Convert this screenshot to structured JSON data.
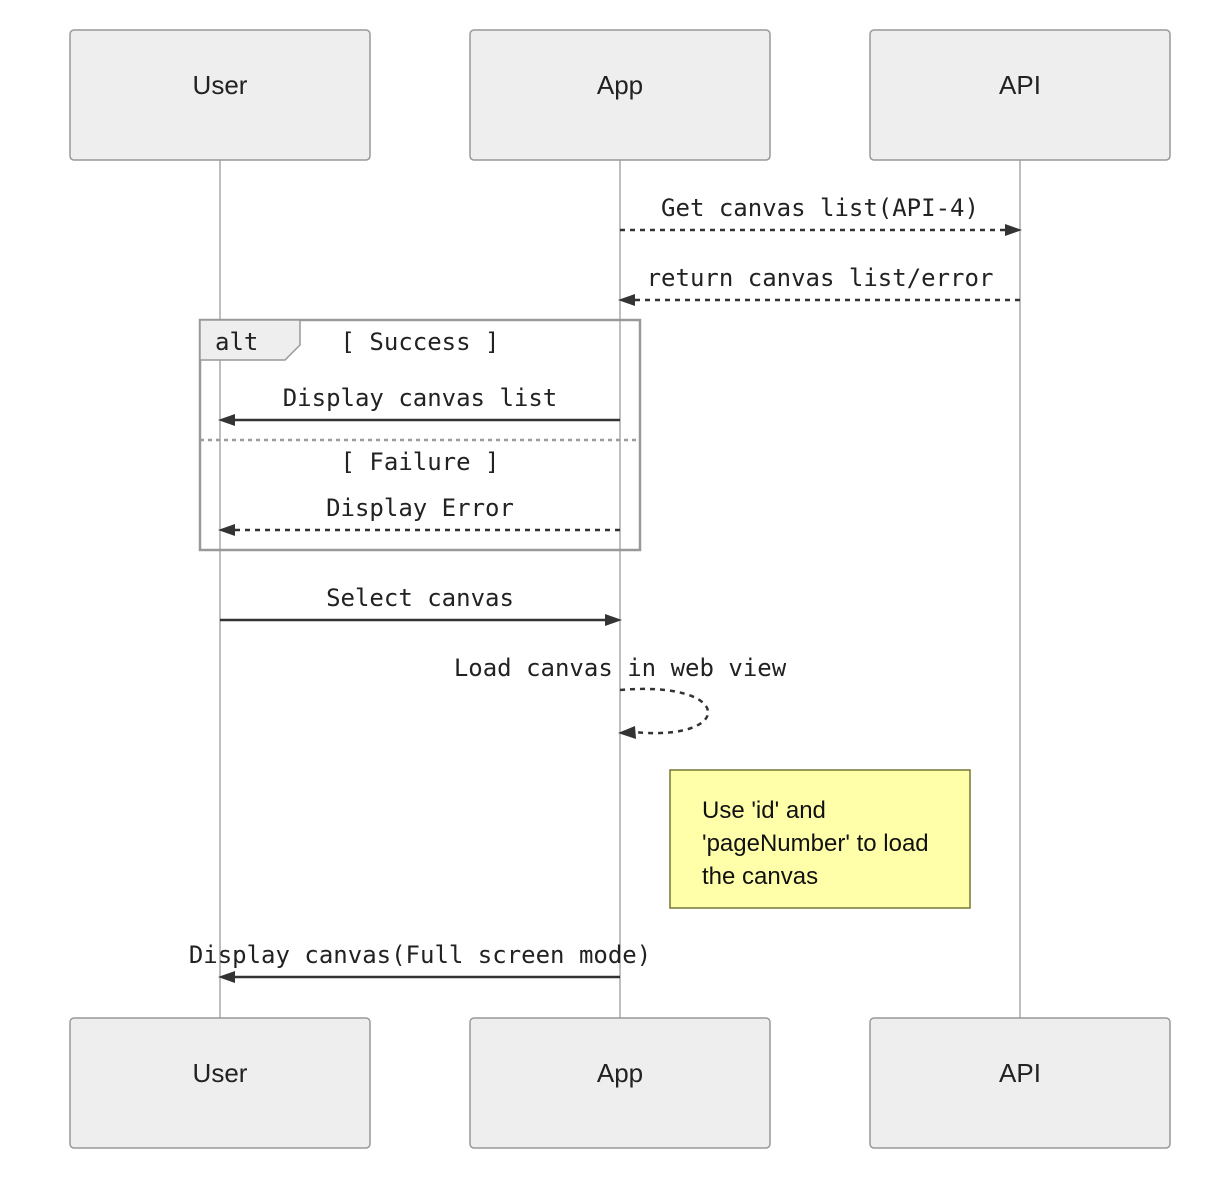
{
  "participants": [
    {
      "id": "user",
      "label": "User"
    },
    {
      "id": "app",
      "label": "App"
    },
    {
      "id": "api",
      "label": "API"
    }
  ],
  "messages": [
    {
      "from": "app",
      "to": "api",
      "label": "Get canvas list(API-4)",
      "style": "dashed"
    },
    {
      "from": "api",
      "to": "app",
      "label": "return canvas list/error",
      "style": "dashed"
    },
    {
      "from": "app",
      "to": "user",
      "label": "Display canvas list",
      "style": "solid"
    },
    {
      "from": "app",
      "to": "user",
      "label": "Display Error",
      "style": "dashed"
    },
    {
      "from": "user",
      "to": "app",
      "label": "Select canvas",
      "style": "solid"
    },
    {
      "from": "app",
      "to": "app",
      "label": "Load canvas in web view",
      "style": "dashed"
    },
    {
      "from": "app",
      "to": "user",
      "label": "Display canvas(Full screen mode)",
      "style": "solid"
    }
  ],
  "alt_frame": {
    "tag": "alt",
    "conditions": [
      "[ Success ]",
      "[ Failure ]"
    ]
  },
  "note": {
    "lines": [
      "Use 'id' and",
      "'pageNumber' to load",
      "the canvas"
    ]
  },
  "colors": {
    "actor_fill": "#eeeeee",
    "actor_stroke": "#999999",
    "note_fill": "#ffffaa",
    "note_stroke": "#777733",
    "line": "#333333"
  }
}
